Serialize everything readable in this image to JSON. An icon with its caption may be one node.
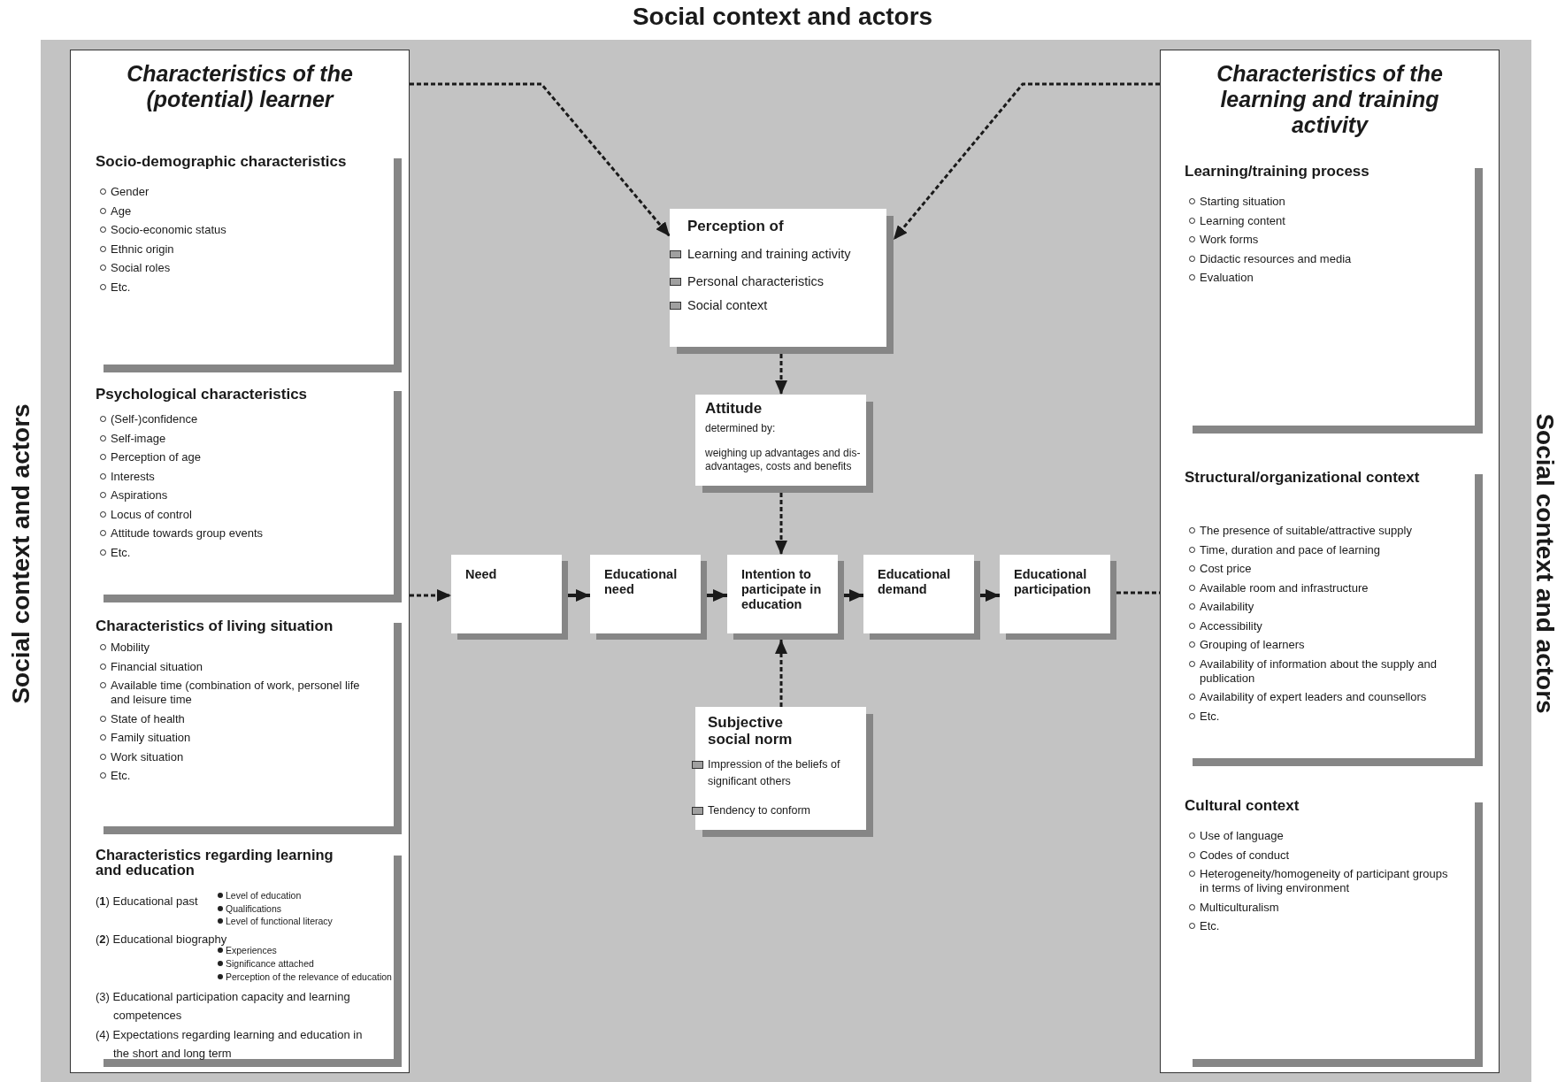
{
  "diagram": {
    "title": "Social context and actors",
    "nodes": [
      {
        "text": [
          "Characteristics of the (potential) learner"
        ]
      },
      {
        "text": [
          "Socio-demographic characteristics",
          "Gender",
          "Age",
          "Socio-economic status",
          "Ethnic origin",
          "Social roles",
          "Etc."
        ],
        "in": 0
      },
      {
        "text": [
          "Psychological characteristics",
          "(Self-)confidence",
          "Self-image",
          "Perception of age",
          "Interests",
          "Aspirations",
          "Locus of control",
          "Attitude towards group events",
          "Etc."
        ],
        "in": 0
      },
      {
        "text": [
          "Characteristics of living situation",
          "Mobility",
          "Financial situation",
          "Available time (combination of work, personel life and leisure time",
          "State of health",
          "Family situation",
          "Work situation",
          "Etc."
        ],
        "in": 0
      },
      {
        "text": [
          "Characteristics regarding learning and education",
          "(**1**) Educational past",
          "Level of education",
          "Qualifications",
          "Level of functional literacy",
          "(**2**) Educational biography",
          "Experiences",
          "Significance attached",
          "Perception of the relevance of education",
          "(3) Educational participation capacity and learning competences",
          "(4) Expectations regarding learning and education in the short and long term"
        ],
        "in": 0
      },
      {
        "text": [
          "Characteristics of the learning and training activity"
        ]
      },
      {
        "text": [
          "Learning/training process",
          "Starting situation",
          "Learning content",
          "Work forms",
          "Didactic resources and media",
          "Evaluation"
        ],
        "in": 5
      },
      {
        "text": [
          "Structural/organizational context",
          "The presence of suitable/attractive supply",
          "Time, duration and pace of learning",
          "Cost price",
          "Available room and infrastructure",
          "Availability",
          "Accessibility",
          "Grouping of learners",
          "Availability of information about the supply and publication",
          "Availability of expert leaders and counsellors",
          "Etc."
        ],
        "in": 5
      },
      {
        "text": [
          "Cultural context",
          "Use of language",
          "Codes of conduct",
          "Heterogeneity/homogeneity of participant groups in terms of living environment",
          "Multiculturalism",
          "Etc."
        ],
        "in": 5
      },
      {
        "text": [
          "Perception of",
          "Learning and training activity",
          "Personal characteristics",
          "Social context"
        ]
      },
      {
        "text": [
          "Attitude",
          "determined by:",
          "weighing up advantages and dis-advantages, costs and benefits"
        ]
      },
      {
        "text": [
          "Need"
        ]
      },
      {
        "text": [
          "Educational need"
        ]
      },
      {
        "text": [
          "Intention to participate in education"
        ]
      },
      {
        "text": [
          "Educational demand"
        ]
      },
      {
        "text": [
          "Educational participation"
        ]
      },
      {
        "text": [
          "Subjective social norm",
          "Impression of the beliefs of significant others",
          "Tendency to conform"
        ]
      }
    ],
    "edges": [
      {
        "from": 0,
        "to": 9,
        "arrow": "to",
        "style": "dashed"
      },
      {
        "from": 5,
        "to": 9,
        "arrow": "to",
        "style": "dashed"
      },
      {
        "from": 9,
        "to": 10,
        "arrow": "to",
        "style": "dashed"
      },
      {
        "from": 10,
        "to": 13,
        "arrow": "to",
        "style": "dashed"
      },
      {
        "from": 16,
        "to": 13,
        "arrow": "to",
        "style": "dashed"
      },
      {
        "from": 0,
        "to": 11,
        "arrow": "to",
        "style": "dashed"
      },
      {
        "from": 11,
        "to": 12,
        "arrow": "to"
      },
      {
        "from": 12,
        "to": 13,
        "arrow": "to"
      },
      {
        "from": 13,
        "to": 14,
        "arrow": "to"
      },
      {
        "from": 14,
        "to": 15,
        "arrow": "to"
      },
      {
        "from": 15,
        "to": 5,
        "arrow": "none",
        "style": "dashed"
      }
    ],
    "labels": [
      "Social context and actors",
      "Social context and actors"
    ]
  }
}
